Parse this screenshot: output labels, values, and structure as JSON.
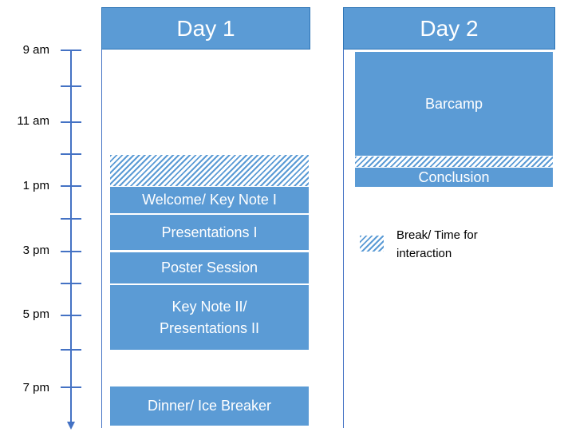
{
  "timeline": {
    "labels": [
      "9 am",
      "11 am",
      "1 pm",
      "3 pm",
      "5 pm",
      "7 pm"
    ],
    "color": "#4472c4"
  },
  "days": [
    {
      "title": "Day 1",
      "sessions": [
        "Welcome/ Key Note I",
        "Presentations I",
        "Poster Session",
        "Key Note II/\nPresentations II",
        "Dinner/ Ice Breaker"
      ]
    },
    {
      "title": "Day 2",
      "sessions": [
        "Barcamp",
        "Conclusion"
      ]
    }
  ],
  "legend": {
    "label": "Break/ Time for\ninteraction"
  },
  "colors": {
    "session": "#5b9bd5",
    "header_border": "#2e75b6",
    "axis": "#4472c4"
  }
}
